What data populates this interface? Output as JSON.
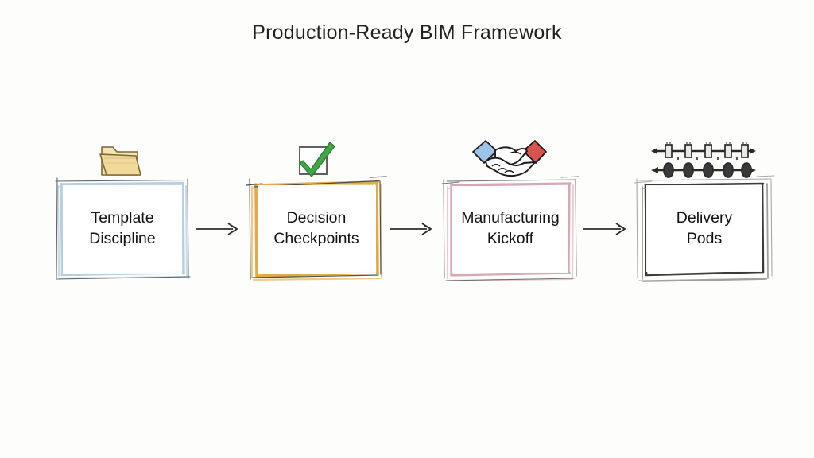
{
  "title": "Production-Ready BIM Framework",
  "background_color": "#fdfdfc",
  "text_color": "#121212",
  "style": "hand-drawn sketch flowchart",
  "flow": {
    "orientation": "horizontal-left-to-right",
    "arrow_count": 3,
    "arrow_color": "#2b2b2b",
    "nodes": [
      {
        "id": "template-discipline",
        "line1": "Template",
        "line2": "Discipline",
        "full_label": "Template Discipline",
        "icon": "folder-icon",
        "border_color": "#b8cfe0",
        "accent_hex": "#b8cfe0",
        "fill_color": "#ffffff"
      },
      {
        "id": "decision-checkpoints",
        "line1": "Decision",
        "line2": "Checkpoints",
        "full_label": "Decision Checkpoints",
        "icon": "green-checkmark-icon",
        "border_color": "#e0a94a",
        "accent_hex": "#e0a94a",
        "fill_color": "#ffffff"
      },
      {
        "id": "manufacturing-kickoff",
        "line1": "Manufacturing",
        "line2": "Kickoff",
        "full_label": "Manufacturing Kickoff",
        "icon": "handshake-icon",
        "border_color": "#d4a9b5",
        "accent_hex": "#d4a9b5",
        "fill_color": "#ffffff"
      },
      {
        "id": "delivery-pods",
        "line1": "Delivery",
        "line2": "Pods",
        "full_label": "Delivery Pods",
        "icon": "conveyor-rollers-icon",
        "border_color": "#3b3b3b",
        "accent_hex": "#3b3b3b",
        "fill_color": "#ffffff"
      }
    ]
  },
  "icons": {
    "folder": {
      "name": "folder-icon",
      "fill": "#f4dfa8",
      "stroke": "#7a6a3a"
    },
    "checkmark": {
      "name": "green-checkmark-icon",
      "check_fill": "#3fa845",
      "box_stroke": "#555555"
    },
    "handshake": {
      "name": "handshake-icon",
      "left_sleeve": "#9dc3e6",
      "right_sleeve": "#d9534f",
      "stroke": "#1a1a1a"
    },
    "conveyor": {
      "name": "conveyor-rollers-icon",
      "stroke": "#2a2a2a"
    }
  }
}
